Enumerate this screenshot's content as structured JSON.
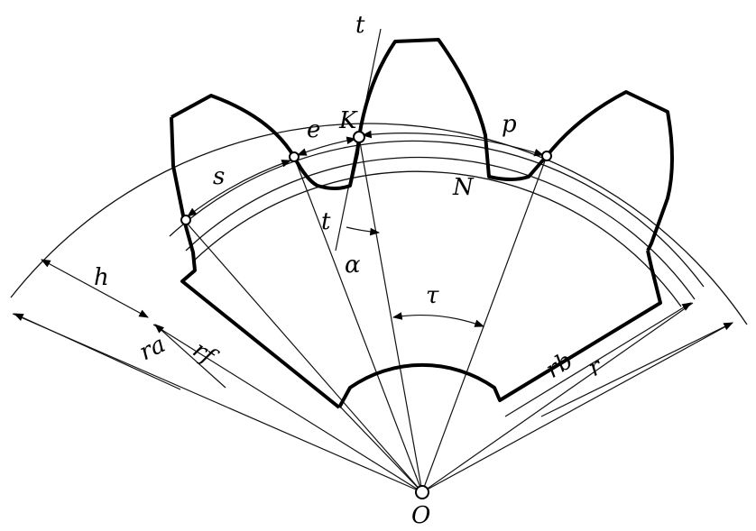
{
  "labels": {
    "t_top": "t",
    "t_bottom": "t",
    "e": "e",
    "K": "K",
    "p": "p",
    "s": "s",
    "N": "N",
    "alpha": "α",
    "h": "h",
    "tau": "τ",
    "ra": "ra",
    "rf": "rf",
    "rb": "rb",
    "r": "r",
    "O": "O"
  }
}
